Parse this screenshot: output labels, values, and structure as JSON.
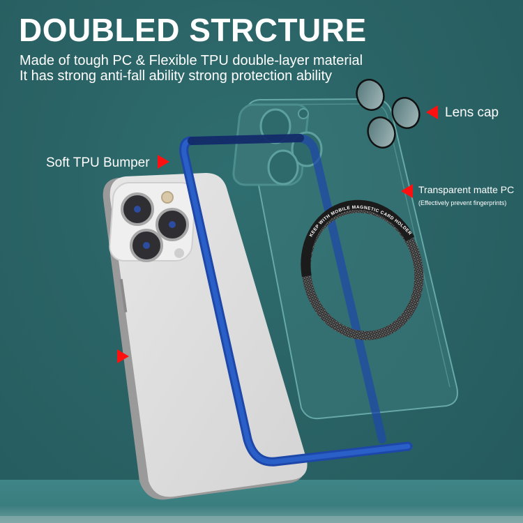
{
  "header": {
    "title": "DOUBLED STRCTURE",
    "subtitle_line1": "Made of tough PC & Flexible TPU double-layer material",
    "subtitle_line2": "It has strong anti-fall ability strong protection ability"
  },
  "callouts": {
    "lens_cap": "Lens cap",
    "soft_bumper": "Soft TPU Bumper",
    "transparent_pc": "Transparent matte PC",
    "transparent_pc_note": "(Effectively prevent fingerprints)"
  },
  "magsafe_ring": {
    "text": "KEEP WITH MOBILE MAGNETIC CARD HOLDER"
  },
  "colors": {
    "background": "#2b6466",
    "bumper_blue": "#1f4fb0",
    "arrow_red": "#ff1010",
    "phone_silver": "#dcdcdc"
  }
}
